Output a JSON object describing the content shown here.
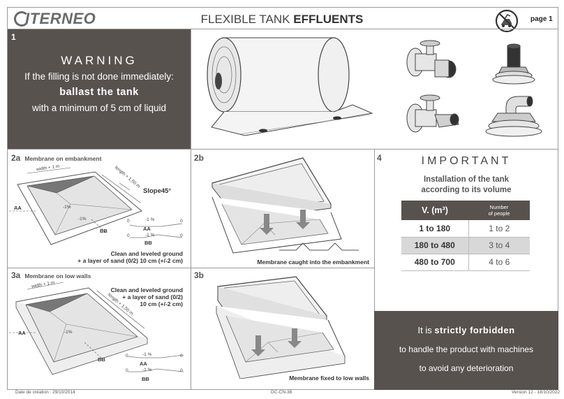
{
  "header": {
    "logo": "ITERNEO",
    "title_regular": "FLEXIBLE TANK ",
    "title_bold": "EFFLUENTS",
    "page": "page 1"
  },
  "section1": {
    "number": "1",
    "title": "WARNING",
    "line1": "If the filling is not done immediately:",
    "line2": "ballast the tank",
    "line3": "with a minimum of 5 cm of liquid"
  },
  "section2a": {
    "number": "2a",
    "label": "Membrane on embankment",
    "width": "width + 1 m",
    "length": "length + 1,50 m",
    "slope": "Slope45°",
    "pct": "-1%",
    "aa": "AA",
    "bb": "BB",
    "minus1": "-1 %",
    "zero": "0",
    "caption1": "Clean and leveled ground",
    "caption2": "+ a layer of sand (0/2) 10 cm (+/-2 cm)"
  },
  "section2b": {
    "number": "2b",
    "caption": "Membrane caught into the embankment"
  },
  "section3a": {
    "number": "3a",
    "label": "Membrane on low walls",
    "width": "width + 1 m",
    "length": "length + 1,50 m",
    "pct": "-1%",
    "aa": "AA",
    "bb": "BB",
    "minus1": "-1 %",
    "zero": "0",
    "caption1": "Clean and leveled ground",
    "caption2": "+ a layer of sand (0/2)",
    "caption3": "10 cm (+/-2 cm)"
  },
  "section3b": {
    "number": "3b",
    "caption": "Membrane fixed to low walls"
  },
  "section4": {
    "number": "4",
    "title": "IMPORTANT",
    "subtitle1": "Installation of the tank",
    "subtitle2": "according to its volume",
    "col1": "V. (m³)",
    "col2a": "Number",
    "col2b": "of people",
    "rows": [
      {
        "volume": "1 to 180",
        "people": "1 to 2"
      },
      {
        "volume": "180 to 480",
        "people": "3 to 4"
      },
      {
        "volume": "480 to 700",
        "people": "4 to 6"
      }
    ]
  },
  "forbidden": {
    "pre": "It is ",
    "bold": "strictly forbidden",
    "line2": "to handle the product with machines",
    "line3": "to avoid any deterioration"
  },
  "footer": {
    "created": "Date de création : 29/10/2014",
    "ref": "DC-CN-38",
    "version": "Version 12 - 18/10/2022"
  },
  "colors": {
    "dark_panel": "#58524f",
    "border": "#9a9a9a",
    "table_alt": "#d8d8d8"
  }
}
